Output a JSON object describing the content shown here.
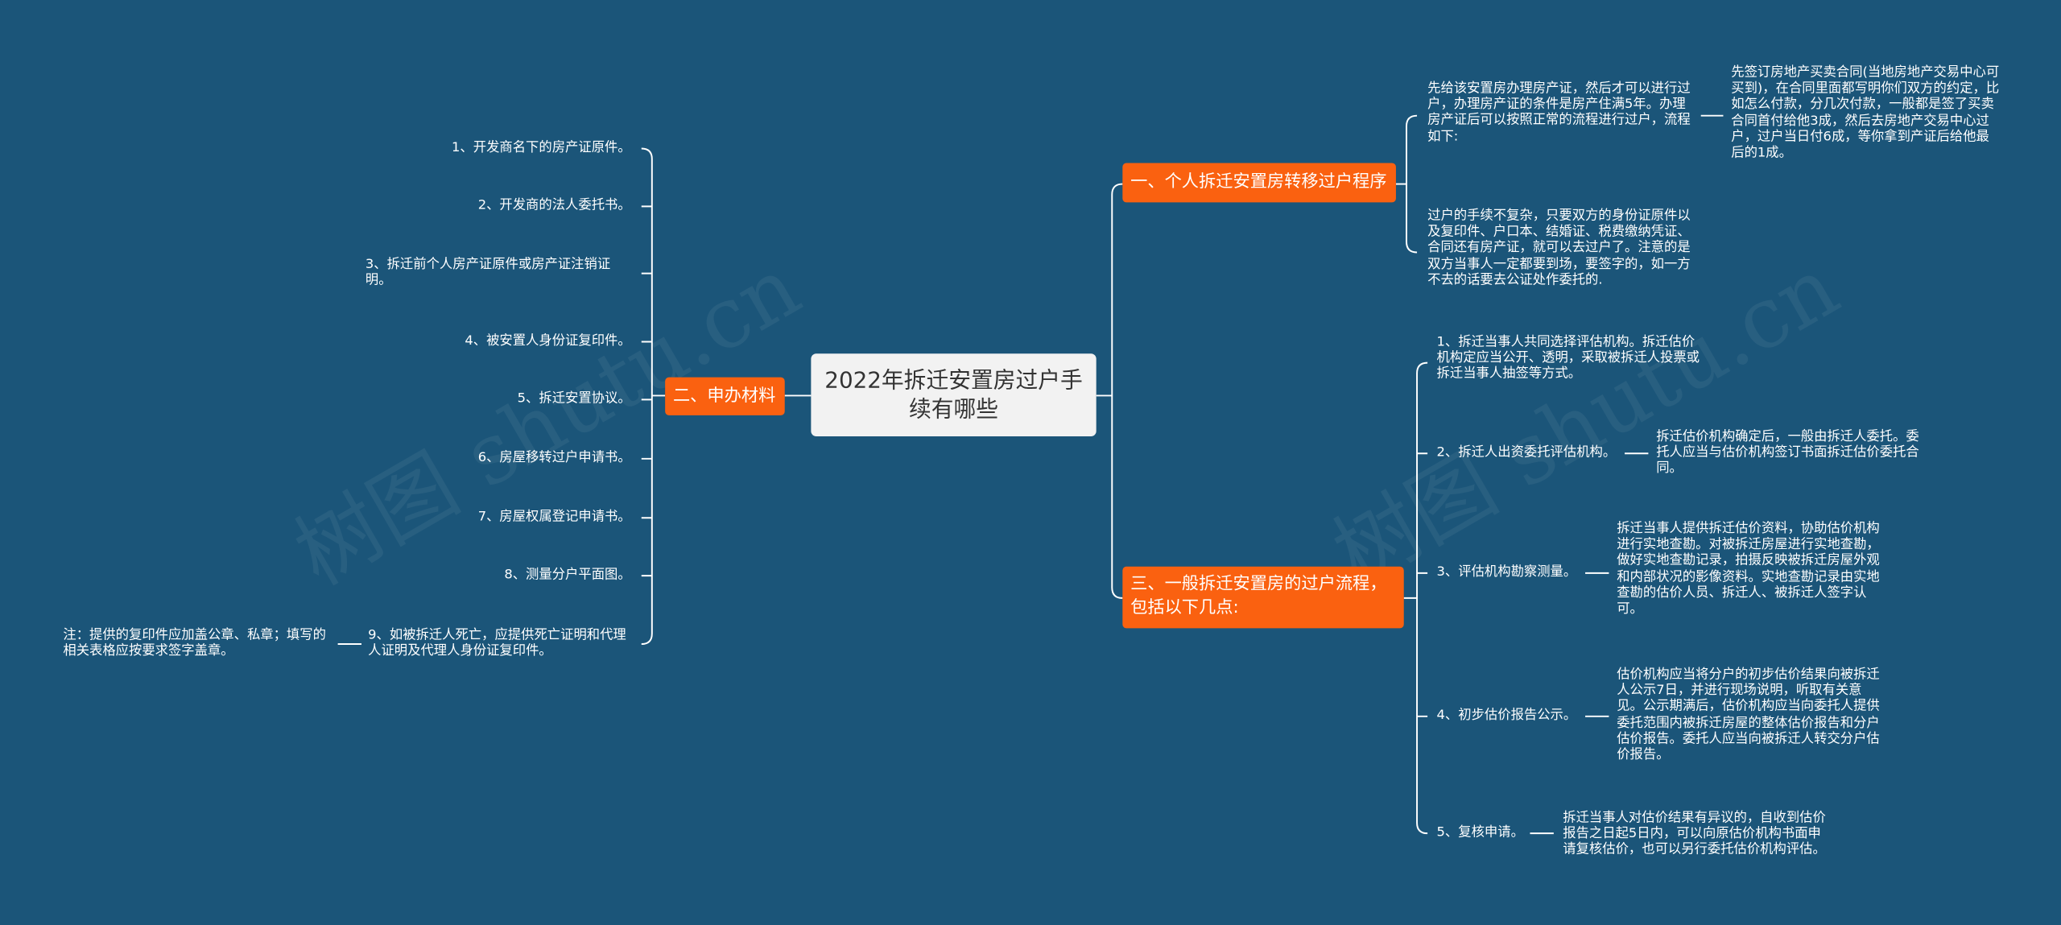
{
  "center": {
    "title": "2022年拆迁安置房过户手续有哪些"
  },
  "branch1": {
    "label": "一、个人拆迁安置房转移过户程序",
    "p1": "先给该安置房办理房产证，然后才可以进行过户，办理房产证的条件是房产住满5年。办理房产证后可以按照正常的流程进行过户，流程如下:",
    "p1_child": "先签订房地产买卖合同(当地房地产交易中心可买到)，在合同里面都写明你们双方的约定，比如怎么付款，分几次付款，一般都是签了买卖合同首付给他3成，然后去房地产交易中心过户，过户当日付6成，等你拿到产证后给他最后的1成。",
    "p2": "过户的手续不复杂，只要双方的身份证原件以及复印件、户口本、结婚证、税费缴纳凭证、合同还有房产证，就可以去过户了。注意的是双方当事人一定都要到场，要签字的，如一方不去的话要去公证处作委托的."
  },
  "branch2": {
    "label": "二、申办材料",
    "items": [
      "1、开发商名下的房产证原件。",
      "2、开发商的法人委托书。",
      "3、拆迁前个人房产证原件或房产证注销证明。",
      "4、被安置人身份证复印件。",
      "5、拆迁安置协议。",
      "6、房屋移转过户申请书。",
      "7、房屋权属登记申请书。",
      "8、测量分户平面图。",
      "9、如被拆迁人死亡，应提供死亡证明和代理人证明及代理人身份证复印件。"
    ],
    "note": "注：提供的复印件应加盖公章、私章；填写的相关表格应按要求签字盖章。"
  },
  "branch3": {
    "label": "三、一般拆迁安置房的过户流程，包括以下几点:",
    "s1": "1、拆迁当事人共同选择评估机构。拆迁估价机构定应当公开、透明，采取被拆迁人投票或拆迁当事人抽签等方式。",
    "s2": "2、拆迁人出资委托评估机构。",
    "s2_child": "拆迁估价机构确定后，一般由拆迁人委托。委托人应当与估价机构签订书面拆迁估价委托合同。",
    "s3": "3、评估机构勘察测量。",
    "s3_child": "拆迁当事人提供拆迁估价资料，协助估价机构进行实地查勘。对被拆迁房屋进行实地查勘，做好实地查勘记录，拍摄反映被拆迁房屋外观和内部状况的影像资料。实地查勘记录由实地查勘的估价人员、拆迁人、被拆迁人签字认可。",
    "s4": "4、初步估价报告公示。",
    "s4_child": "估价机构应当将分户的初步估价结果向被拆迁人公示7日，并进行现场说明，听取有关意见。公示期满后，估价机构应当向委托人提供委托范围内被拆迁房屋的整体估价报告和分户估价报告。委托人应当向被拆迁人转交分户估价报告。",
    "s5": "5、复核申请。",
    "s5_child": "拆迁当事人对估价结果有异议的，自收到估价报告之日起5日内，可以向原估价机构书面申请复核估价，也可以另行委托估价机构评估。"
  },
  "watermark": {
    "text": "树图 shutu.cn"
  },
  "colors": {
    "background": "#1b5579",
    "branch": "#fa6110",
    "center": "#f2f2f2",
    "line": "#ffffff"
  }
}
